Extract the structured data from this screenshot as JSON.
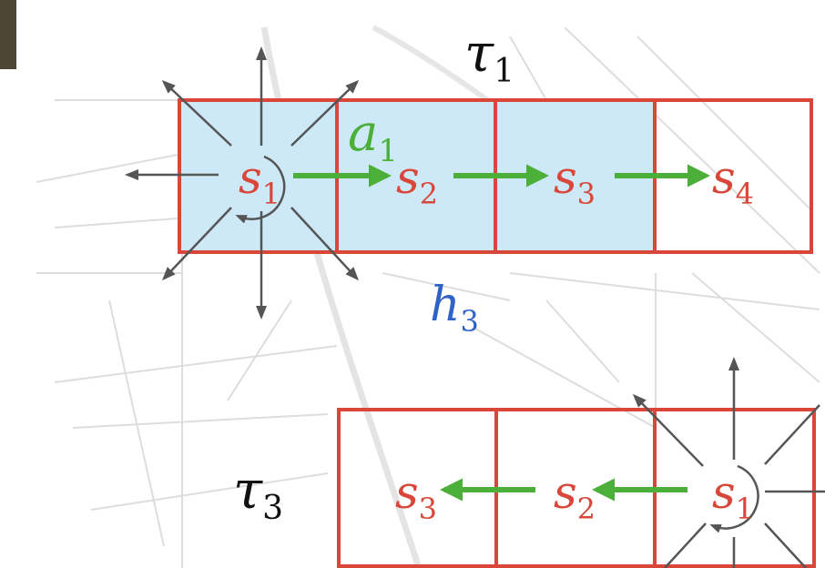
{
  "colors": {
    "grid_red": "#d9473b",
    "shade_blue": "#cde8f6",
    "action_green": "#4caf3a",
    "state_red": "#d9473b",
    "hist_blue": "#2f63c8",
    "gray_arrow": "#555555",
    "map_line": "#d8d8d8",
    "label_black": "#111111"
  },
  "trajectory_top": {
    "name": {
      "base": "τ",
      "sub": "1"
    },
    "states": [
      {
        "base": "s",
        "sub": "1"
      },
      {
        "base": "s",
        "sub": "2"
      },
      {
        "base": "s",
        "sub": "3"
      },
      {
        "base": "s",
        "sub": "4"
      }
    ],
    "action": {
      "base": "a",
      "sub": "1"
    },
    "history": {
      "base": "h",
      "sub": "3"
    }
  },
  "trajectory_bottom": {
    "name": {
      "base": "τ",
      "sub": "3"
    },
    "states": [
      {
        "base": "s",
        "sub": "3"
      },
      {
        "base": "s",
        "sub": "2"
      },
      {
        "base": "s",
        "sub": "1"
      }
    ]
  },
  "corner_thumbnail": "dark-photo-thumbnail"
}
